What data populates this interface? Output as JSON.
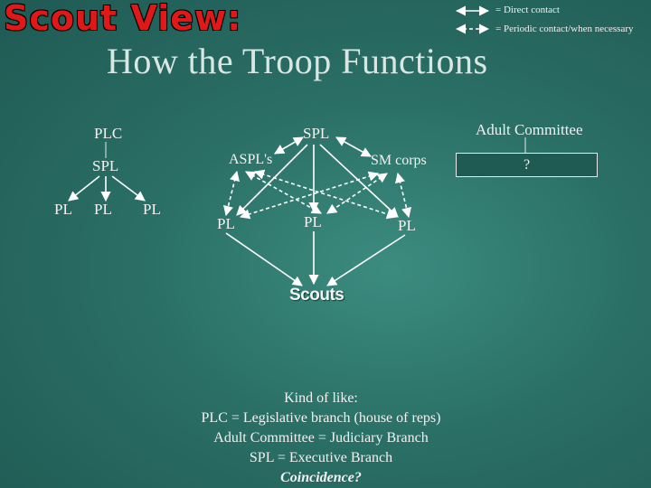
{
  "header": {
    "headline": "Scout View:",
    "title": "How the Troop Functions"
  },
  "legend": {
    "direct": "= Direct contact",
    "periodic": "= Periodic contact/when necessary"
  },
  "left_tree": {
    "top": "PLC",
    "middle": "SPL",
    "leaves": [
      "PL",
      "PL",
      "PL"
    ]
  },
  "center_tree": {
    "top": "SPL",
    "aspl": "ASPL's",
    "sm": "SM corps",
    "pls": [
      "PL",
      "PL",
      "PL"
    ],
    "scouts": "Scouts"
  },
  "adult": {
    "label": "Adult Committee",
    "box": "?"
  },
  "note": {
    "lines": [
      "Kind of like:",
      "PLC = Legislative branch (house of reps)",
      "Adult Committee = Judiciary Branch",
      "SPL = Executive Branch"
    ],
    "emphasis": "Coincidence?"
  }
}
